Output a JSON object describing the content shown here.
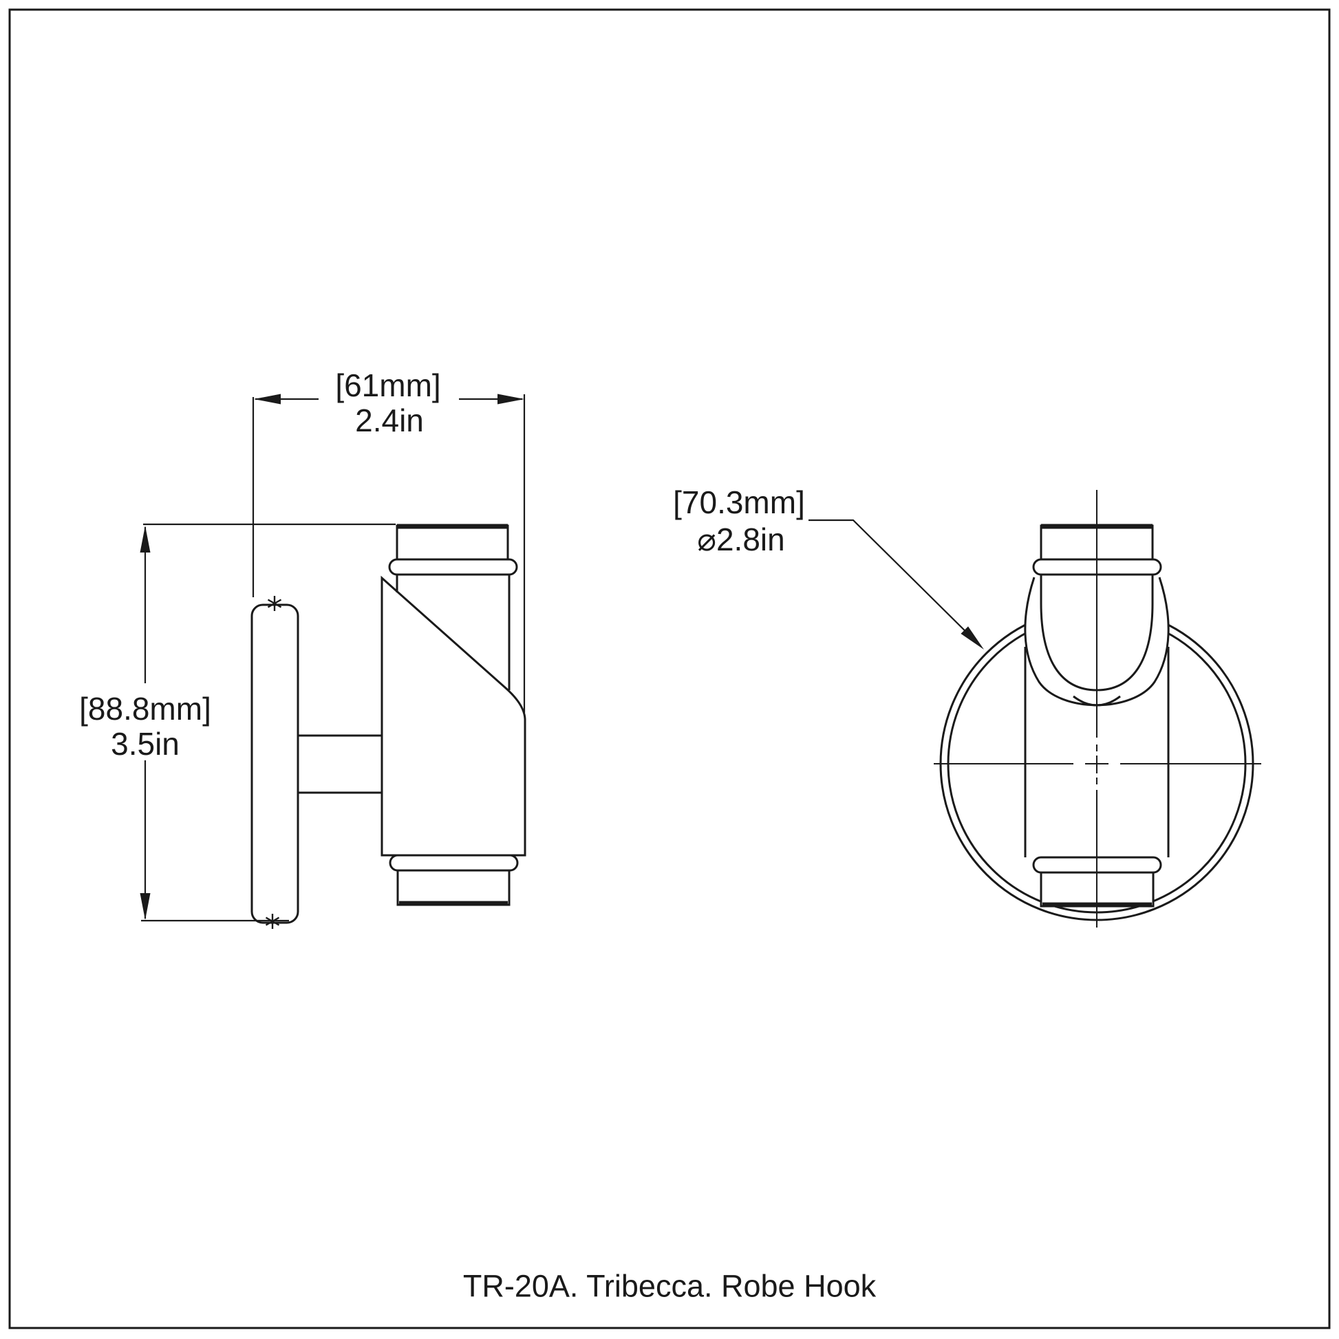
{
  "colors": {
    "line": "#1a1a1a",
    "background": "#ffffff"
  },
  "caption": "TR-20A. Tribecca. Robe Hook",
  "side_view": {
    "width_dim": {
      "metric": "[61mm]",
      "imperial": "2.4in"
    },
    "height_dim": {
      "metric": "[88.8mm]",
      "imperial": "3.5in"
    }
  },
  "front_view": {
    "diameter_dim": {
      "metric": "[70.3mm]",
      "imperial": "⌀2.8in"
    }
  },
  "icons": {
    "measure_marker": "asterisk-measure-marker",
    "leader_arrow": "leader-arrowhead"
  }
}
